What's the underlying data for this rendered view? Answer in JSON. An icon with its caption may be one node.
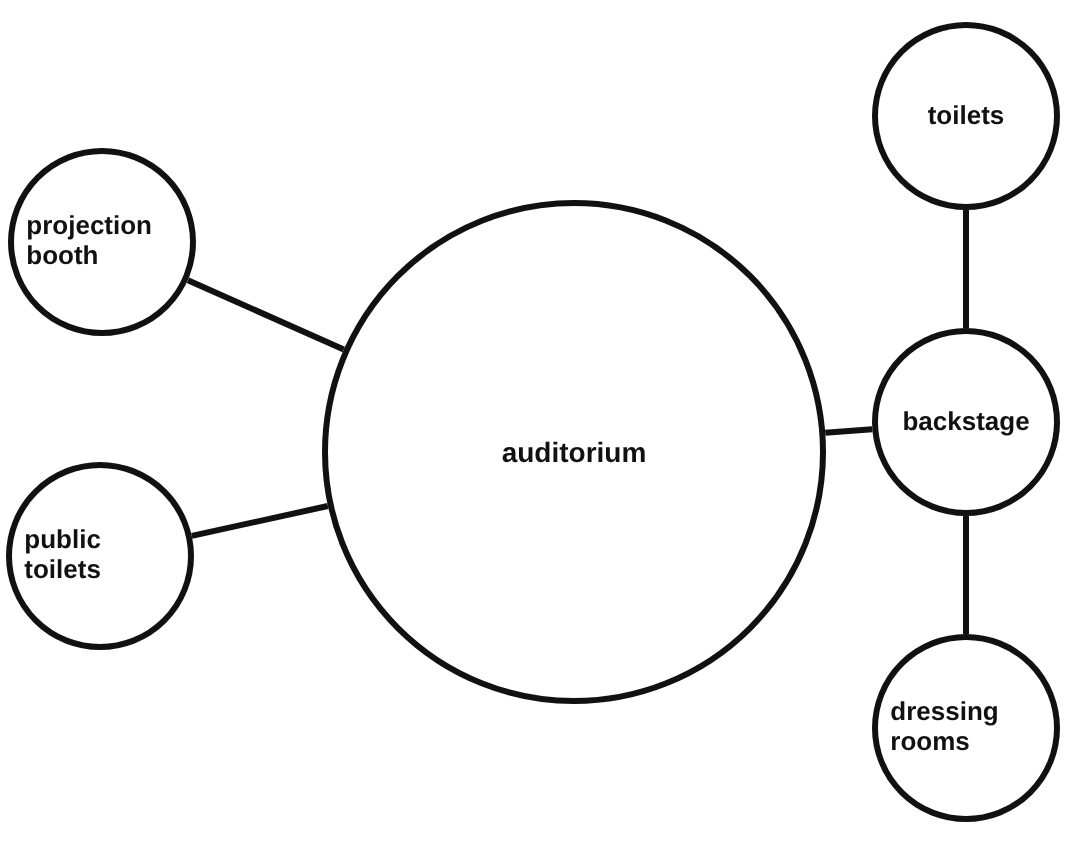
{
  "diagram": {
    "nodes": [
      {
        "text": [
          "projection booth"
        ]
      },
      {
        "text": [
          "auditorium"
        ]
      },
      {
        "text": [
          "public toilets"
        ]
      },
      {
        "text": [
          "toilets"
        ]
      },
      {
        "text": [
          "backstage"
        ]
      },
      {
        "text": [
          "dressing rooms"
        ]
      }
    ],
    "edges": [
      {
        "from": 0,
        "to": 1,
        "arrow": "none"
      },
      {
        "from": 2,
        "to": 1,
        "arrow": "none"
      },
      {
        "from": 1,
        "to": 4,
        "arrow": "none"
      },
      {
        "from": 3,
        "to": 4,
        "arrow": "none"
      },
      {
        "from": 4,
        "to": 5,
        "arrow": "none"
      }
    ]
  }
}
